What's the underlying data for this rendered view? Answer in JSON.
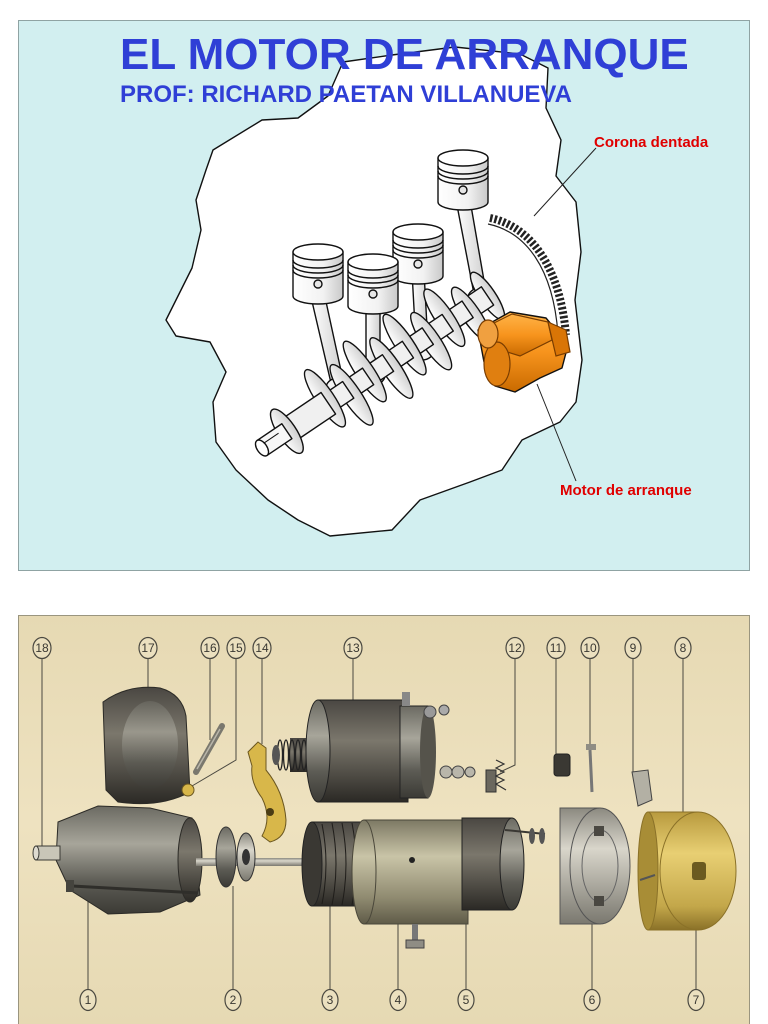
{
  "slide1": {
    "title": "EL MOTOR DE ARRANQUE",
    "subtitle": "PROF: RICHARD PAETAN VILLANUEVA",
    "labels": {
      "ring_gear": "Corona dentada",
      "starter_motor": "Motor de arranque"
    },
    "colors": {
      "background": "#d2eff0",
      "title": "#2f3fd6",
      "label": "#e00000",
      "starter_motor": "#f7941d"
    }
  },
  "slide2": {
    "callouts_top": [
      "18",
      "17",
      "16",
      "15",
      "14",
      "13",
      "12",
      "11",
      "10",
      "9",
      "8"
    ],
    "callouts_bottom": [
      "1",
      "2",
      "3",
      "4",
      "5",
      "6",
      "7"
    ],
    "colors": {
      "background": "#e6d9b3",
      "end_cap": "#e8cf73",
      "shift_fork": "#d8b74a"
    }
  }
}
